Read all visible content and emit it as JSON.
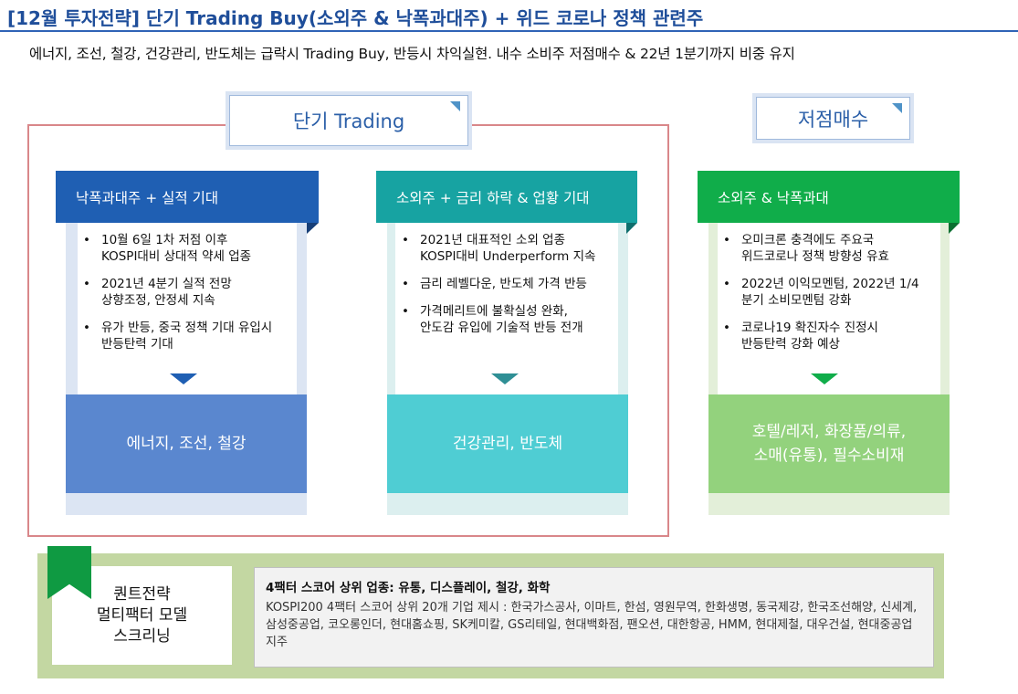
{
  "header": {
    "title": "[12월 투자전략] 단기 Trading Buy(소외주 & 낙폭과대주) + 위드 코로나 정책 관련주",
    "subtitle": "에너지, 조선, 철강, 건강관리, 반도체는 급락시 Trading Buy, 반등시 차익실현. 내수 소비주 저점매수 & 22년 1분기까지 비중 유지"
  },
  "labels": {
    "short_trading": "단기 Trading",
    "low_buy": "저점매수"
  },
  "columns": [
    {
      "header": "낙폭과대주 + 실적 기대",
      "bullets": [
        "10월 6일 1차 저점 이후\nKOSPI대비 상대적 약세 업종",
        "2021년 4분기 실적 전망\n상향조정, 안정세 지속",
        "유가 반등, 중국 정책 기대 유입시\n반등탄력 기대"
      ],
      "result": "에너지, 조선, 철강"
    },
    {
      "header": "소외주 + 금리 하락 & 업황 기대",
      "bullets": [
        "2021년 대표적인 소외 업종\nKOSPI대비 Underperform 지속",
        "금리 레벨다운, 반도체 가격 반등",
        "가격메리트에 불확실성 완화,\n안도감 유입에 기술적 반등 전개"
      ],
      "result": "건강관리, 반도체"
    },
    {
      "header": "소외주 & 낙폭과대",
      "bullets": [
        "오미크론 충격에도 주요국\n위드코로나 정책 방향성 유효",
        "2022년 이익모멘텀, 2022년 1/4\n분기 소비모멘텀 강화",
        "코로나19 확진자수 진정시\n반등탄력 강화 예상"
      ],
      "result_line1": "호텔/레저, 화장품/의류,",
      "result_line2": "소매(유통), 필수소비재"
    }
  ],
  "quant": {
    "line1": "퀀트전략",
    "line2": "멀티팩터 모델",
    "line3": "스크리닝"
  },
  "factor": {
    "title": "4팩터 스코어 상위 업종: 유통, 디스플레이, 철강, 화학",
    "text": "KOSPI200 4팩터 스코어 상위 20개 기업 제시 : 한국가스공사, 이마트, 한섬, 영원무역, 한화생명, 동국제강, 한국조선해양, 신세계, 삼성중공업, 코오롱인더, 현대홈쇼핑, SK케미칼, GS리테일, 현대백화점, 팬오션, 대한항공, HMM, 현대제철, 대우건설, 현대중공업지주"
  },
  "colors": {
    "col1_header": "#1f5fb3",
    "col2_header": "#17a3a2",
    "col3_header": "#10ad4a",
    "col1_result": "#5a87cf",
    "col2_result": "#4fcdd3",
    "col3_result": "#93d27d"
  },
  "icons": [
    "corner-triangle-icon",
    "down-arrow-icon",
    "bookmark-flag-icon"
  ]
}
